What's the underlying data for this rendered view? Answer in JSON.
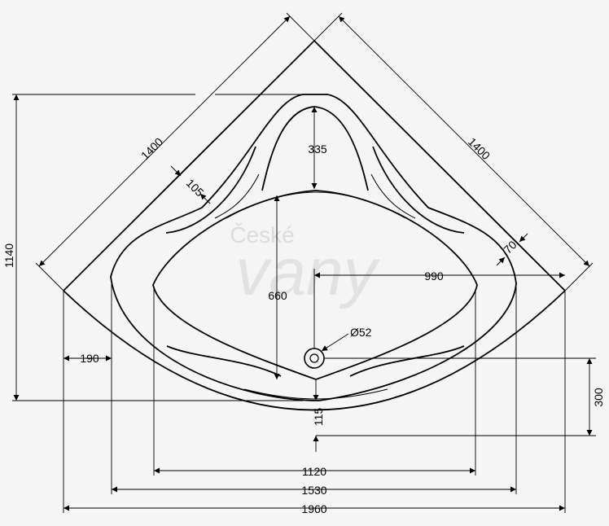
{
  "watermark": {
    "line1": "České",
    "line2": "vany"
  },
  "dimensions": {
    "side_left": "1400",
    "side_right": "1400",
    "rim_left": "105",
    "rim_right": "70",
    "headrest_depth": "335",
    "height_overall": "1140",
    "inner_depth": "660",
    "drain_offset": "990",
    "drain_diameter": "Ø52",
    "seat_offset": "190",
    "drain_height": "300",
    "front_rim": "115",
    "width_inner": "1120",
    "width_basin": "1530",
    "width_overall": "1960"
  },
  "colors": {
    "background": "#f5f5f5",
    "line": "#000000",
    "watermark": "#dcdcdc"
  }
}
